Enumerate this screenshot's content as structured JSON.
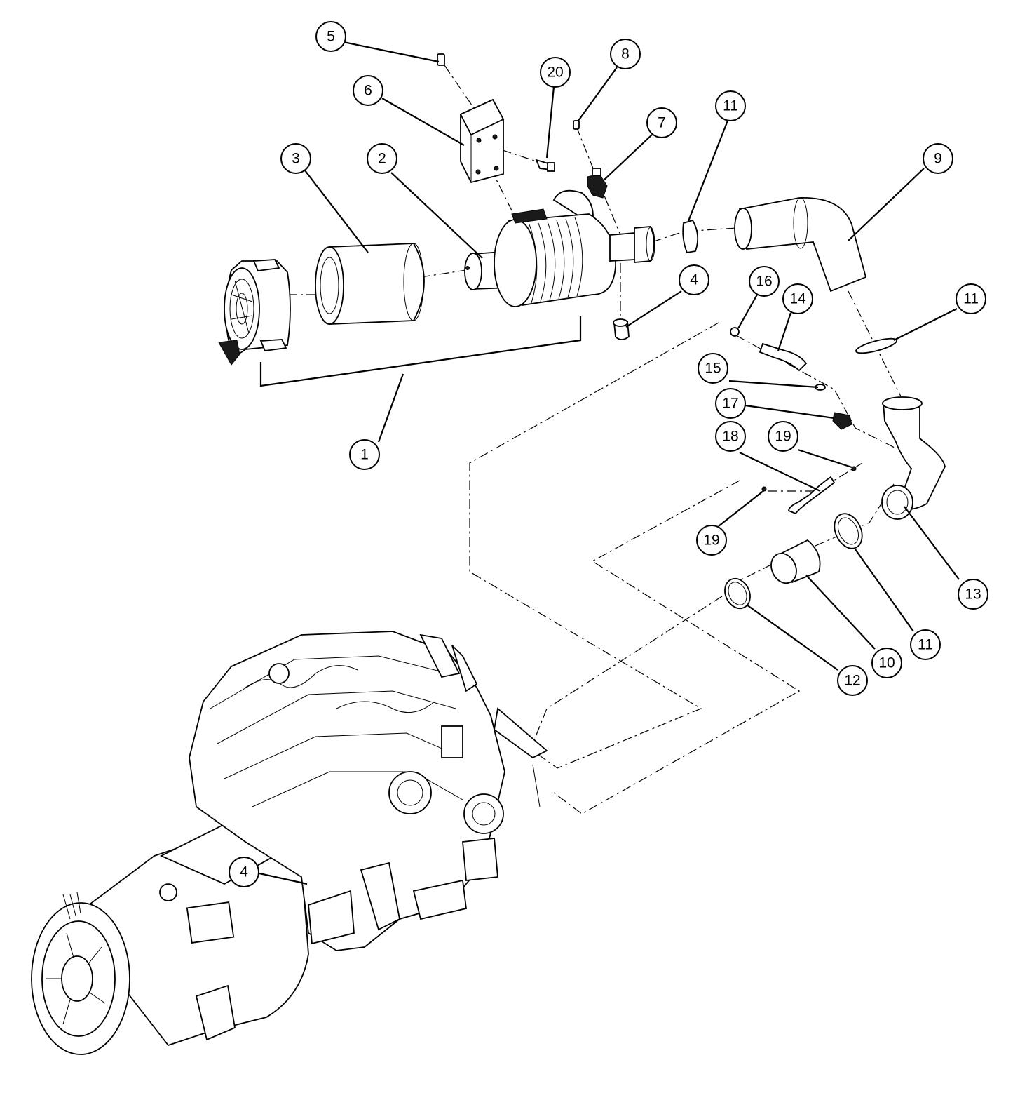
{
  "diagram": {
    "type": "exploded parts view",
    "callouts": [
      {
        "id": "c5",
        "label": "5"
      },
      {
        "id": "c6",
        "label": "6"
      },
      {
        "id": "c20",
        "label": "20"
      },
      {
        "id": "c8",
        "label": "8"
      },
      {
        "id": "c7",
        "label": "7"
      },
      {
        "id": "c11a",
        "label": "11"
      },
      {
        "id": "c9",
        "label": "9"
      },
      {
        "id": "c3",
        "label": "3"
      },
      {
        "id": "c2",
        "label": "2"
      },
      {
        "id": "c4a",
        "label": "4"
      },
      {
        "id": "c16",
        "label": "16"
      },
      {
        "id": "c14",
        "label": "14"
      },
      {
        "id": "c11b",
        "label": "11"
      },
      {
        "id": "c15",
        "label": "15"
      },
      {
        "id": "c17",
        "label": "17"
      },
      {
        "id": "c18",
        "label": "18"
      },
      {
        "id": "c19a",
        "label": "19"
      },
      {
        "id": "c1",
        "label": "1"
      },
      {
        "id": "c19b",
        "label": "19"
      },
      {
        "id": "c13",
        "label": "13"
      },
      {
        "id": "c11c",
        "label": "11"
      },
      {
        "id": "c10",
        "label": "10"
      },
      {
        "id": "c12",
        "label": "12"
      },
      {
        "id": "c4b",
        "label": "4"
      }
    ]
  }
}
